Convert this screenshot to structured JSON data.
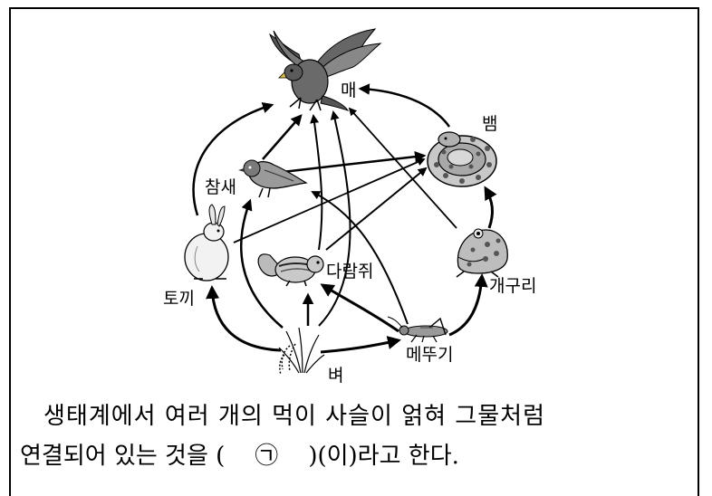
{
  "diagram": {
    "nodes": {
      "hawk": "매",
      "snake": "뱀",
      "sparrow": "참새",
      "chipmunk": "다람쥐",
      "rabbit": "토끼",
      "frog": "개구리",
      "grasshopper": "메뚜기",
      "rice": "벼"
    },
    "icons": [
      "hawk-icon",
      "snake-icon",
      "sparrow-icon",
      "chipmunk-icon",
      "rabbit-icon",
      "frog-icon",
      "grasshopper-icon",
      "rice-plant-icon"
    ],
    "edges": [
      [
        "벼",
        "토끼"
      ],
      [
        "벼",
        "참새"
      ],
      [
        "벼",
        "다람쥐"
      ],
      [
        "벼",
        "메뚜기"
      ],
      [
        "벼",
        "매"
      ],
      [
        "메뚜기",
        "다람쥐"
      ],
      [
        "메뚜기",
        "참새"
      ],
      [
        "메뚜기",
        "개구리"
      ],
      [
        "토끼",
        "매"
      ],
      [
        "토끼",
        "뱀"
      ],
      [
        "참새",
        "매"
      ],
      [
        "참새",
        "뱀"
      ],
      [
        "다람쥐",
        "매"
      ],
      [
        "다람쥐",
        "뱀"
      ],
      [
        "개구리",
        "뱀"
      ],
      [
        "개구리",
        "매"
      ],
      [
        "뱀",
        "매"
      ]
    ]
  },
  "caption": {
    "line1": "생태계에서 여러 개의 먹이 사슬이 얽혀 그물처럼",
    "line2_before": "연결되어 있는 것을 (",
    "blank_mark": "㉠",
    "line2_after": ")(이)라고 한다."
  }
}
